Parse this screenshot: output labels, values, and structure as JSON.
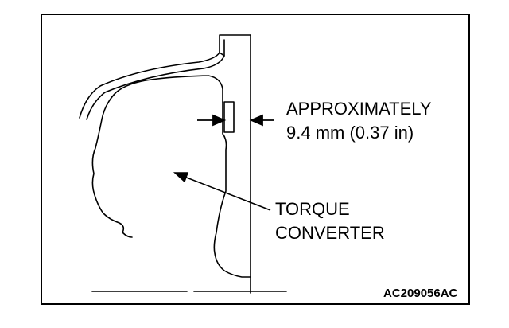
{
  "callouts": {
    "gap_title": "APPROXIMATELY",
    "gap_value": "9.4 mm (0.37 in)",
    "part_line1": "TORQUE",
    "part_line2": "CONVERTER"
  },
  "figure_code": "AC209056AC"
}
